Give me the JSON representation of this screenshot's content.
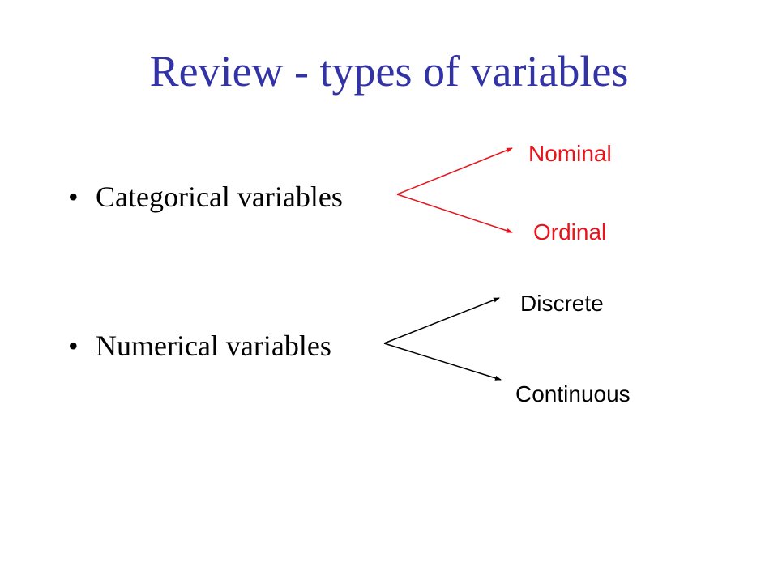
{
  "slide": {
    "title": "Review - types of variables",
    "bullet_symbol": "•",
    "categories": [
      {
        "label": "Categorical variables",
        "color": "#e8141b",
        "children": [
          "Nominal",
          "Ordinal"
        ]
      },
      {
        "label": "Numerical variables",
        "color": "#000000",
        "children": [
          "Discrete",
          "Continuous"
        ]
      }
    ],
    "colors": {
      "title": "#3333a8",
      "text": "#000000",
      "categorical_accent": "#e8141b"
    }
  }
}
